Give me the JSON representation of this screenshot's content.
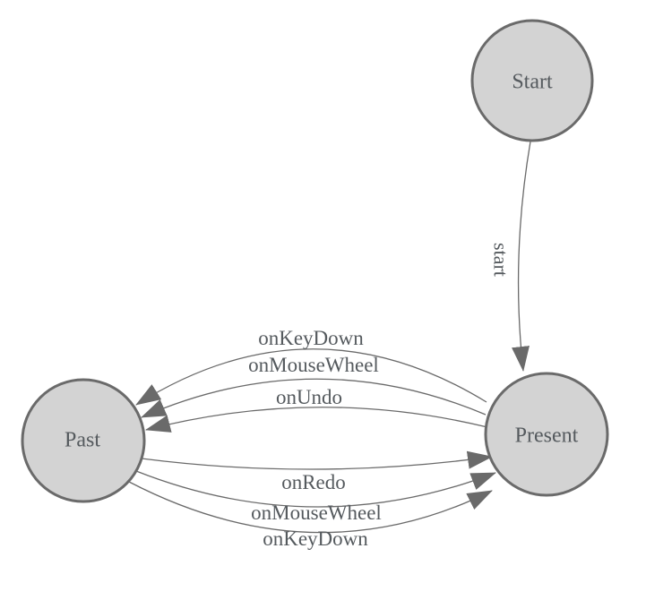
{
  "diagram": {
    "kind": "state-machine",
    "nodes": [
      {
        "id": "start",
        "label": "Start"
      },
      {
        "id": "past",
        "label": "Past"
      },
      {
        "id": "present",
        "label": "Present"
      }
    ],
    "edges": [
      {
        "from": "Start",
        "to": "Present",
        "label": "start"
      },
      {
        "from": "Present",
        "to": "Past",
        "label": "onKeyDown"
      },
      {
        "from": "Present",
        "to": "Past",
        "label": "onMouseWheel"
      },
      {
        "from": "Present",
        "to": "Past",
        "label": "onUndo"
      },
      {
        "from": "Past",
        "to": "Present",
        "label": "onRedo"
      },
      {
        "from": "Past",
        "to": "Present",
        "label": "onMouseWheel"
      },
      {
        "from": "Past",
        "to": "Present",
        "label": "onKeyDown"
      }
    ],
    "colors": {
      "node_fill": "#d3d3d3",
      "node_border": "#6a6a6a",
      "edge": "#6a6a6a",
      "arrow": "#6a6a6a",
      "label": "#555a5e",
      "background": "#ffffff"
    }
  }
}
